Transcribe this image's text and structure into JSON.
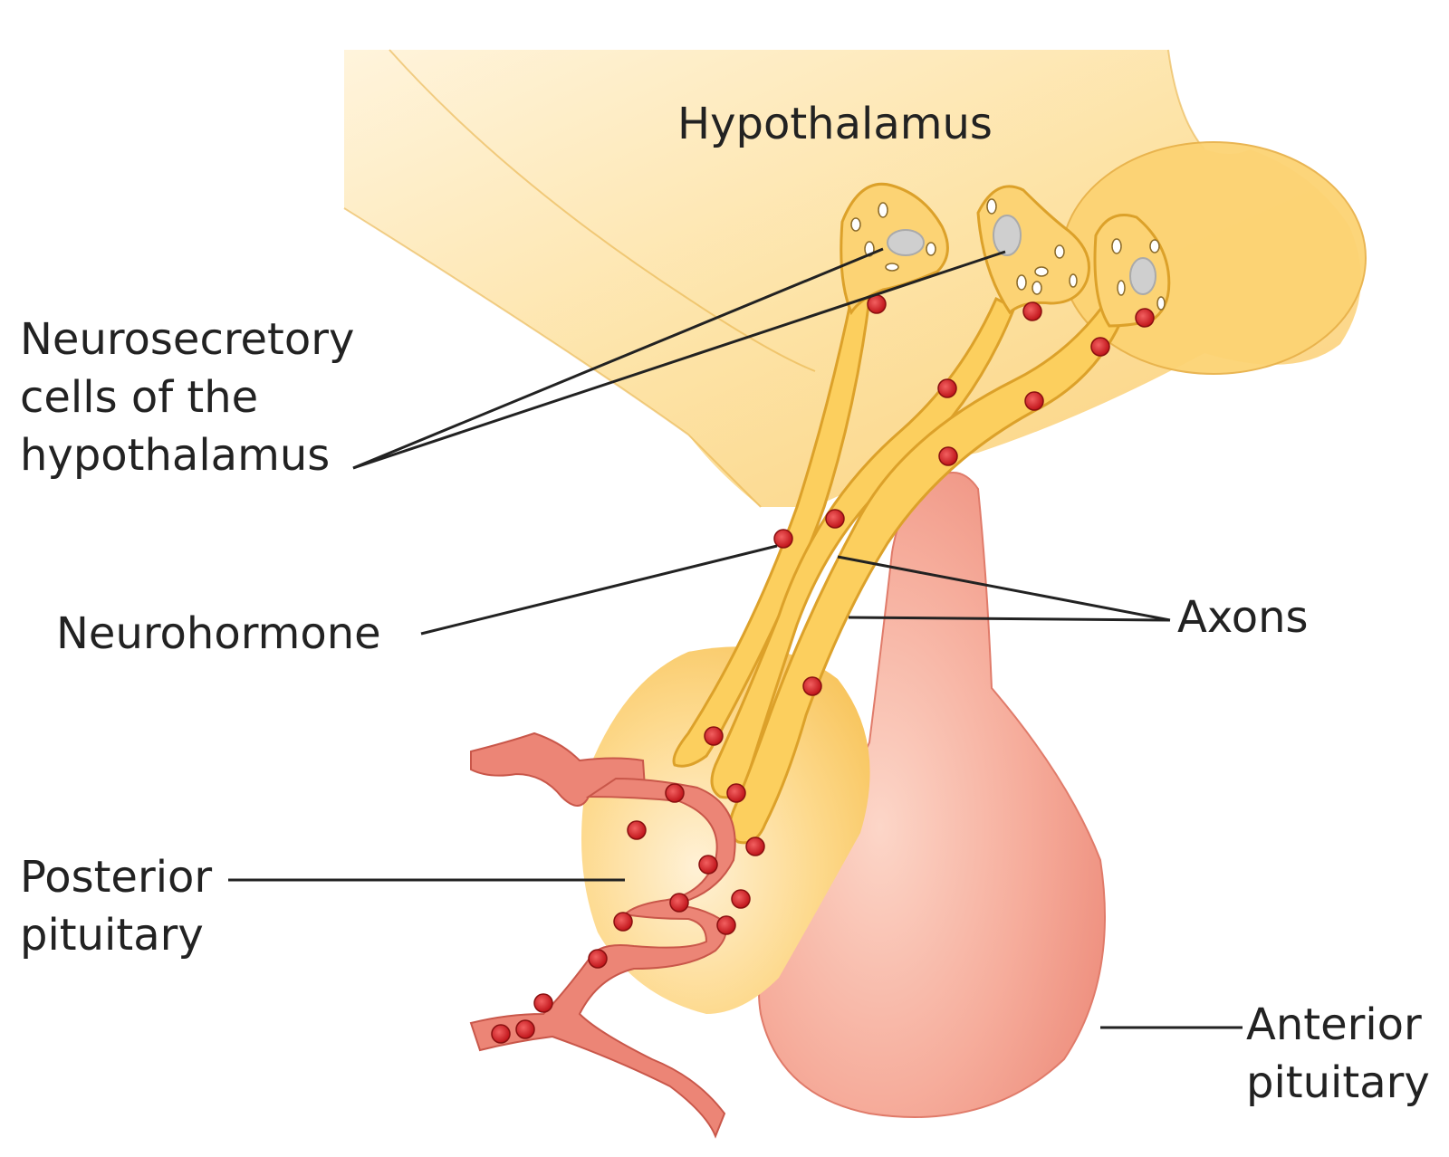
{
  "labels": {
    "hypothalamus": "Hypothalamus",
    "neurosecretory": [
      "Neurosecretory",
      "cells of the",
      "hypothalamus"
    ],
    "neurohormone": "Neurohormone",
    "axons": "Axons",
    "posterior_pituitary": [
      "Posterior",
      "pituitary"
    ],
    "anterior_pituitary": [
      "Anterior",
      "pituitary"
    ]
  },
  "colors": {
    "tissue": "#fbd98a",
    "tissue_light": "#fde9b8",
    "axon": "#fccf60",
    "axon_edge": "#e2a92c",
    "anterior": "#f4a596",
    "vessel": "#e97a6c",
    "hormone": "#d61f1f",
    "line": "#222222"
  }
}
